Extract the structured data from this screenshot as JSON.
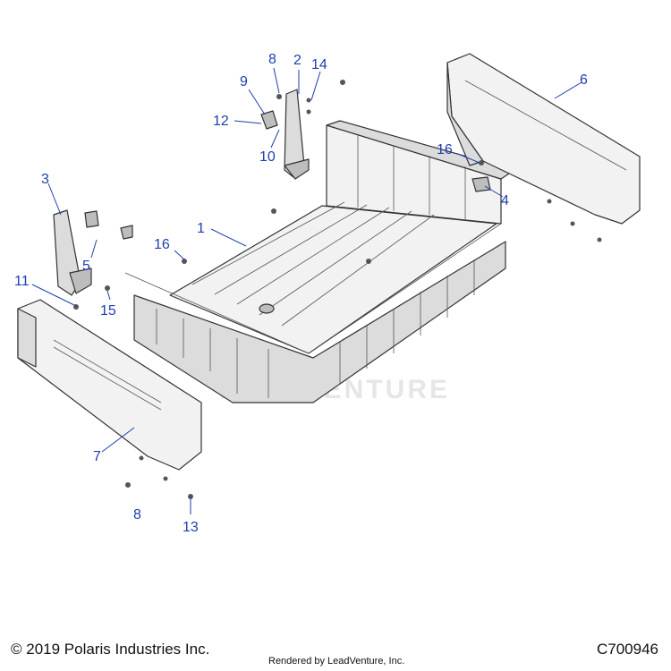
{
  "diagram": {
    "callouts": {
      "c1": "1",
      "c2": "2",
      "c3": "3",
      "c4": "4",
      "c5": "5",
      "c6": "6",
      "c7": "7",
      "c8a": "8",
      "c8b": "8",
      "c9": "9",
      "c10": "10",
      "c11": "11",
      "c12": "12",
      "c13": "13",
      "c14": "14",
      "c15": "15",
      "c16a": "16",
      "c16b": "16"
    },
    "watermark": "LEADVENTURE"
  },
  "footer": {
    "copyright": "© 2019 Polaris Industries Inc.",
    "rendered_by": "Rendered by LeadVenture, Inc.",
    "diagram_code": "C700946"
  },
  "colors": {
    "callout": "#1f3fae",
    "outline": "#333333"
  }
}
